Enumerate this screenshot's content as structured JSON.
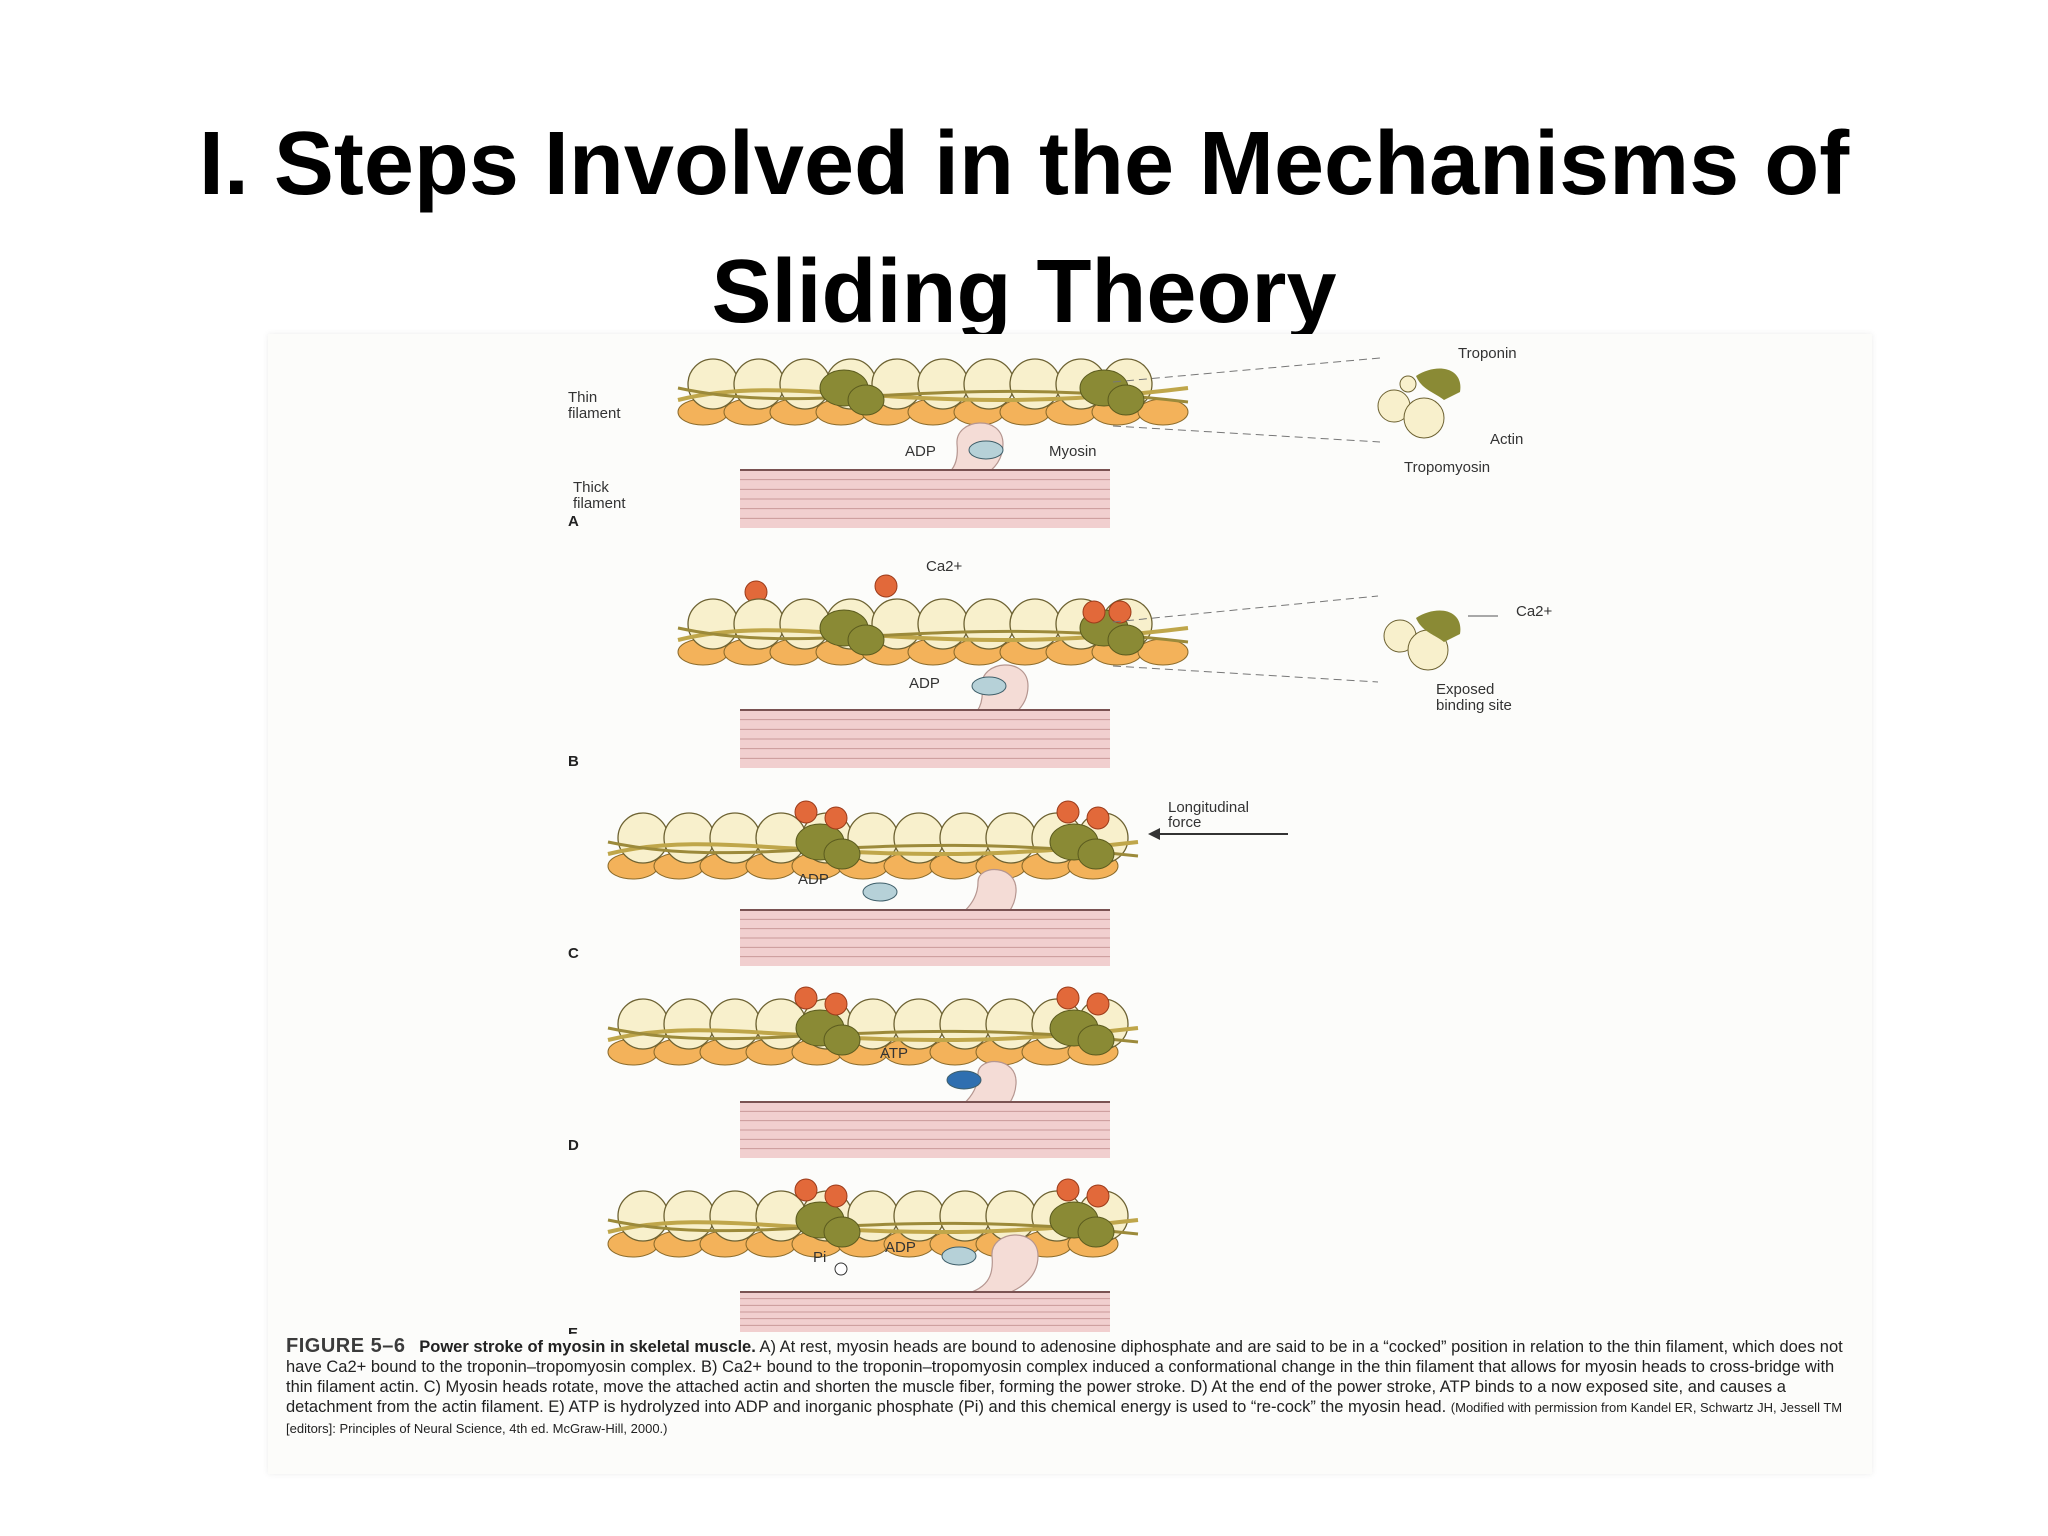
{
  "slide": {
    "title_line1": "I. Steps Involved in the Mechanisms of",
    "title_line2": "Sliding Theory"
  },
  "figure": {
    "labels": {
      "thin_filament_1": "Thin",
      "thin_filament_2": "filament",
      "thick_filament_1": "Thick",
      "thick_filament_2": "filament",
      "adp": "ADP",
      "myosin": "Myosin",
      "troponin": "Troponin",
      "actin": "Actin",
      "tropomyosin": "Tropomyosin",
      "ca2": "Ca2+",
      "exposed_1": "Exposed",
      "exposed_2": "binding site",
      "longitudinal_1": "Longitudinal",
      "longitudinal_2": "force",
      "atp": "ATP",
      "pi": "Pi"
    },
    "panels": [
      "A",
      "B",
      "C",
      "D",
      "E"
    ],
    "colors": {
      "actin": "#f8f0cc",
      "troponin": "#8a8a35",
      "calcium": "#e2693a",
      "myosin": "#f4dcd6",
      "thick_filament": "#f1cfcf",
      "adp": "#b6d1d8",
      "atp": "#2f6fb0"
    }
  },
  "caption": {
    "figure_number": "FIGURE 5–6",
    "heading": "Power stroke of myosin in skeletal muscle.",
    "body": "A) At rest, myosin heads are bound to adenosine diphosphate and are said to be in a “cocked” position in relation to the thin filament, which does not have Ca2+ bound to the troponin–tropomyosin complex. B) Ca2+ bound to the troponin–tropomyosin complex induced a conformational change in the thin filament that allows for myosin heads to cross-bridge with thin filament actin. C) Myosin heads rotate, move the attached actin and shorten the muscle fiber, forming the power stroke. D) At the end of the power stroke, ATP binds to a now exposed site, and causes a detachment from the actin filament. E) ATP is hydrolyzed into ADP and inorganic phosphate (Pi) and this chemical energy is used to “re-cock” the myosin head.",
    "credit": "(Modified with permission from Kandel ER, Schwartz JH, Jessell TM [editors]: Principles of Neural Science, 4th ed. McGraw-Hill, 2000.)"
  }
}
